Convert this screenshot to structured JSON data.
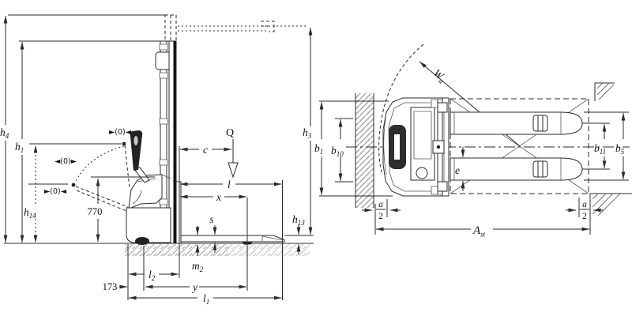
{
  "figure": {
    "title": "pallet-stacker-dimension-drawing",
    "views": [
      "side-elevation",
      "top-plan"
    ]
  },
  "side_view": {
    "dim_labels": {
      "h4": {
        "base": "h",
        "sub": "4"
      },
      "h1": {
        "base": "h",
        "sub": "1"
      },
      "h14": {
        "base": "h",
        "sub": "14"
      },
      "h3": {
        "base": "h",
        "sub": "3"
      },
      "h13": {
        "base": "h",
        "sub": "13"
      },
      "q_load": "Q",
      "c": "c",
      "l": "l",
      "x": "x",
      "s": "s",
      "m2": {
        "base": "m",
        "sub": "2"
      },
      "l2": {
        "base": "l",
        "sub": "2"
      },
      "y": "y",
      "l1": {
        "base": "l",
        "sub": "1"
      },
      "tiller_height": "770",
      "axle_offset": "173",
      "zero_marker_top": "►(0)◄",
      "zero_marker_mid": "◄(0)►",
      "zero_marker_low": "►(0)◄"
    }
  },
  "plan_view": {
    "dim_labels": {
      "b1": {
        "base": "b",
        "sub": "1"
      },
      "b10": {
        "base": "b",
        "sub": "10"
      },
      "b11": {
        "base": "b",
        "sub": "11"
      },
      "b5": {
        "base": "b",
        "sub": "5"
      },
      "e": "e",
      "wa": {
        "base": "W",
        "sub": "a"
      },
      "ast": {
        "base": "A",
        "sub": "st"
      },
      "a_half_left": {
        "num": "a",
        "den": "2"
      },
      "a_half_right": {
        "num": "a",
        "den": "2"
      }
    }
  },
  "colors": {
    "line": "#2b2b2b",
    "hatch_ground": "#b8b8b8",
    "hatch_wall": "#a2a2a2",
    "solid_part": "#222222",
    "background": "#ffffff"
  }
}
